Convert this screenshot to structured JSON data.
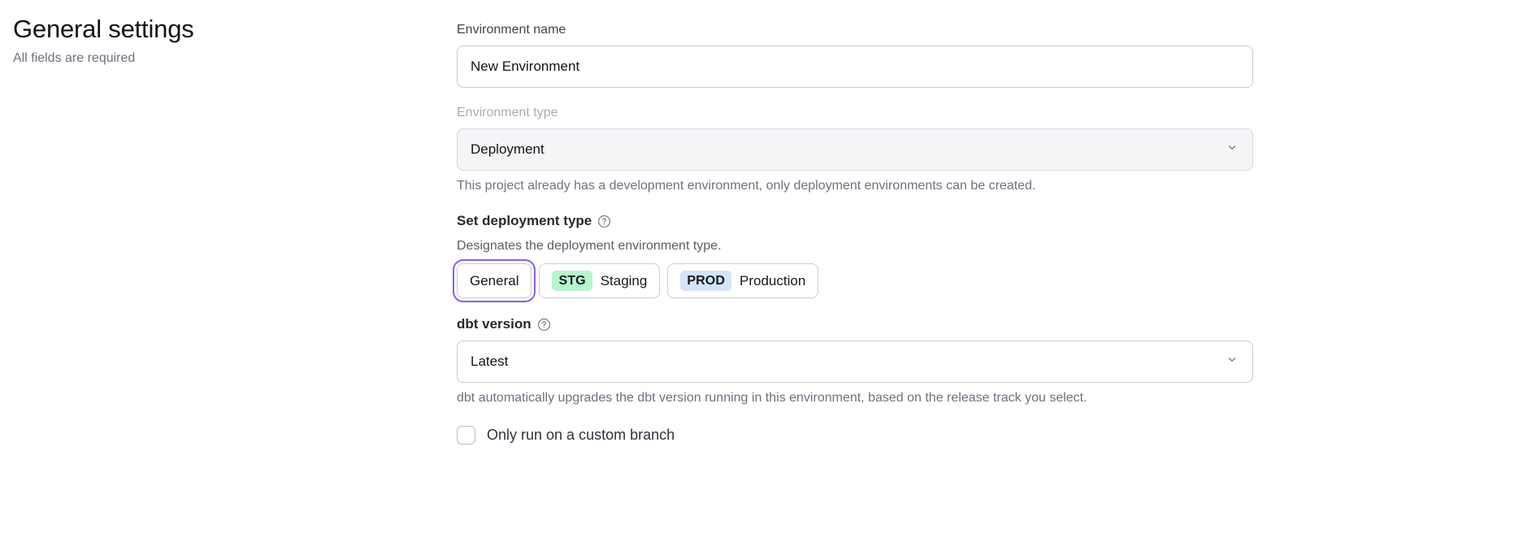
{
  "header": {
    "title": "General settings",
    "subtitle": "All fields are required"
  },
  "form": {
    "environment_name": {
      "label": "Environment name",
      "value": "New Environment",
      "placeholder": "Environment name"
    },
    "environment_type": {
      "label": "Environment type",
      "value": "Deployment",
      "help_text": "This project already has a development environment, only deployment environments can be created.",
      "disabled": true,
      "chevron_icon": "chevron-down-icon"
    },
    "deployment_type": {
      "title": "Set deployment type",
      "help_icon": "question-circle-icon",
      "description": "Designates the deployment environment type.",
      "options": [
        {
          "label": "General",
          "badge": "",
          "badge_color": "",
          "selected": true
        },
        {
          "label": "Staging",
          "badge": "STG",
          "badge_color": "#b6f5cd",
          "selected": false
        },
        {
          "label": "Production",
          "badge": "PROD",
          "badge_color": "#d3e4fb",
          "selected": false
        }
      ]
    },
    "dbt_version": {
      "label": "dbt version",
      "help_icon": "question-circle-icon",
      "value": "Latest",
      "help_text": "dbt automatically upgrades the dbt version running in this environment, based on the release track you select.",
      "chevron_icon": "chevron-down-icon"
    },
    "custom_branch": {
      "label": "Only run on a custom branch",
      "checked": false
    }
  },
  "colors": {
    "focus_ring": "#8b5cf6",
    "staging_badge": "#b6f5cd",
    "production_badge": "#d3e4fb",
    "disabled_field": "#f4f5f6"
  }
}
